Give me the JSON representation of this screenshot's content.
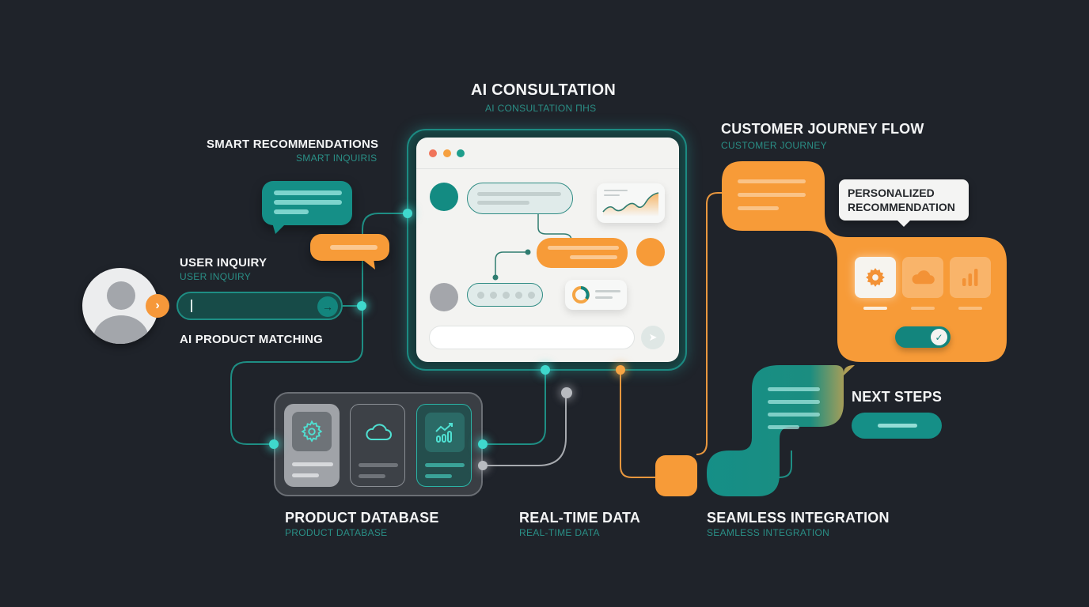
{
  "colors": {
    "background": "#1f232a",
    "teal": "#158f87",
    "teal_glow": "#3fd8cd",
    "orange": "#f79b38",
    "subtitle": "#2a8f86",
    "white": "#f4f5f6"
  },
  "sections": {
    "ai_consultation": {
      "title": "AI CONSULTATION",
      "subtitle": "AI CONSULTATION ΠHS"
    },
    "smart_recommendations": {
      "title": "SMART RECOMMENDATIONS",
      "subtitle": "SMART INQUIRIS"
    },
    "customer_journey": {
      "title": "CUSTOMER JOURNEY FLOW",
      "subtitle": "CUSTOMER JOURNEY"
    },
    "user_inquiry": {
      "title": "USER INQUIRY",
      "subtitle": "USER INQUIRY"
    },
    "ai_product_matching": {
      "title": "AI PRODUCT MATCHING"
    },
    "product_database": {
      "title": "PRODUCT DATABASE",
      "subtitle": "PRODUCT DATABASE"
    },
    "real_time_data": {
      "title": "REAL-TIME DATA",
      "subtitle": "REAL-TIME DATA"
    },
    "seamless_integration": {
      "title": "SEAMLESS INTEGRATION",
      "subtitle": "SEAMLESS INTEGRATION"
    },
    "next_steps": {
      "title": "NEXT STEPS"
    }
  },
  "tooltip": {
    "text": "PERSONALIZED RECOMMENDATION"
  },
  "icons": {
    "avatar_arrow": "›",
    "inquiry_send": "→",
    "window_send": "➤",
    "toggle_check": "✓"
  },
  "inquiry_input": {
    "value": ""
  },
  "consultation_window": {
    "traffic_lights": [
      "#f0745a",
      "#f6a040",
      "#1e9e8c"
    ],
    "typing_dots": 5
  },
  "product_database": {
    "cards": [
      {
        "icon": "gear-icon"
      },
      {
        "icon": "cloud-icon"
      },
      {
        "icon": "chart-up-icon"
      }
    ]
  },
  "journey_features": [
    {
      "icon": "gear-icon",
      "active": true
    },
    {
      "icon": "cloud-icon",
      "active": false
    },
    {
      "icon": "bar-chart-icon",
      "active": false
    }
  ]
}
